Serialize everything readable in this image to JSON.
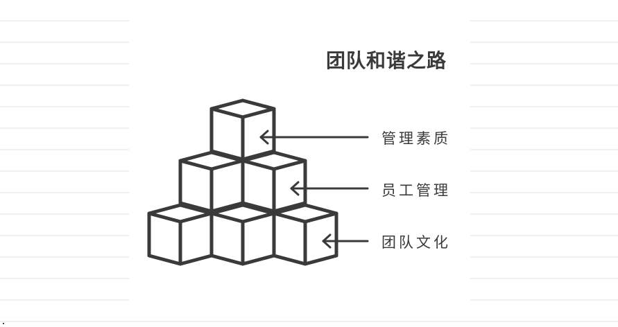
{
  "title": "团队和谐之路",
  "layers": [
    {
      "label": "管理素质"
    },
    {
      "label": "员工管理"
    },
    {
      "label": "团队文化"
    }
  ],
  "colors": {
    "stroke": "#3a3a3a",
    "text": "#3a3a3a",
    "background": "#ffffff",
    "rule_lines": "#f1f1f1"
  }
}
